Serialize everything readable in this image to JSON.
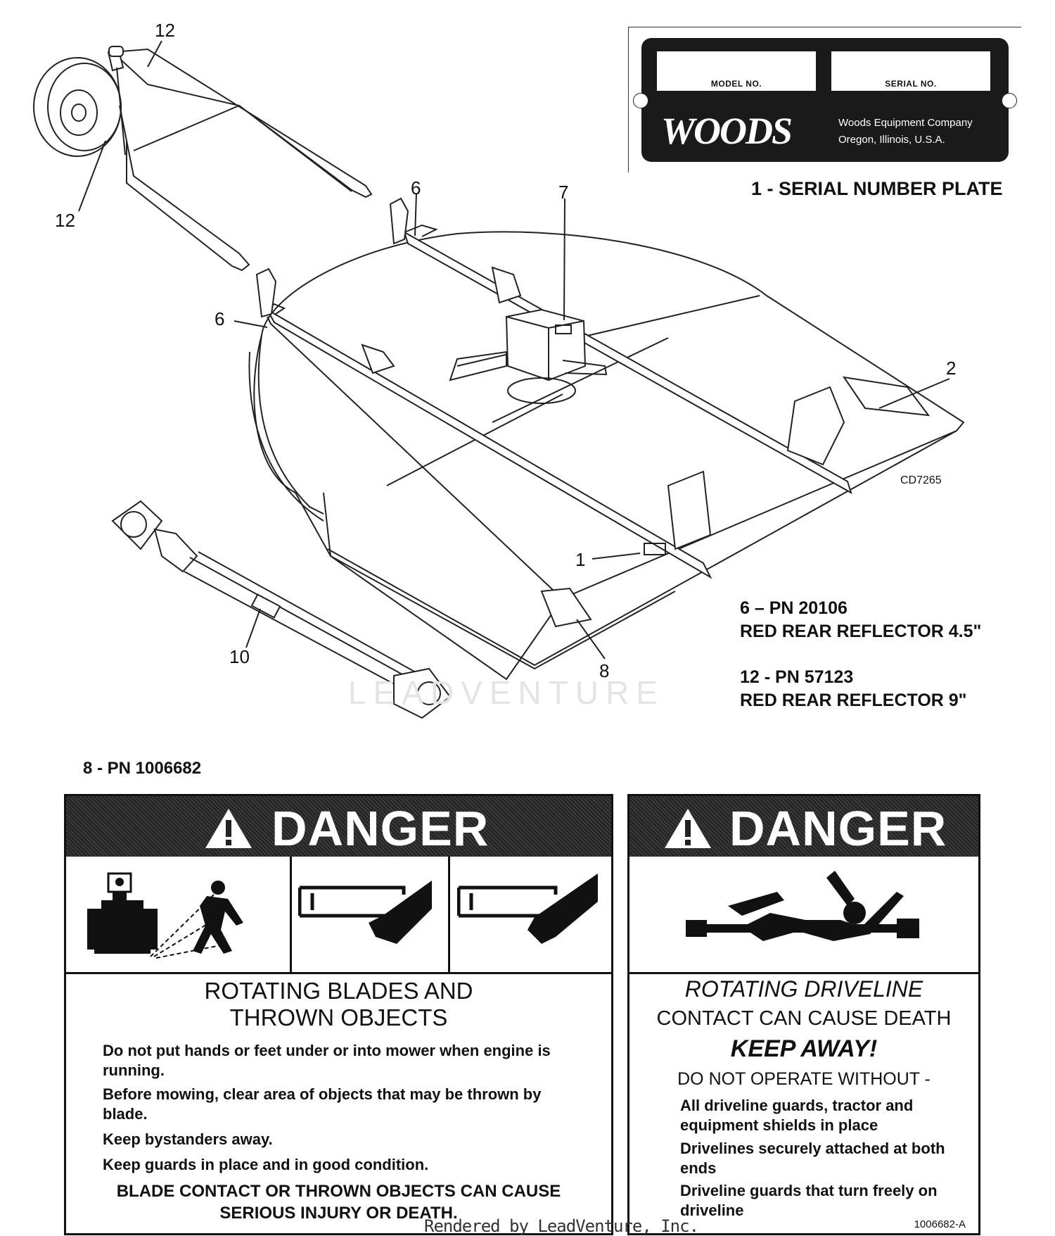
{
  "callouts": {
    "c12a": "12",
    "c12b": "12",
    "c6a": "6",
    "c6b": "6",
    "c7": "7",
    "c2": "2",
    "c1": "1",
    "c10": "10",
    "c8": "8",
    "drawing_id": "CD7265"
  },
  "serial_plate": {
    "model_label": "MODEL NO.",
    "serial_label": "SERIAL NO.",
    "logo": "WOODS",
    "company_line1": "Woods Equipment Company",
    "company_line2": "Oregon, Illinois, U.S.A.",
    "caption": "1 - SERIAL NUMBER PLATE"
  },
  "part_labels": {
    "p6_line1": "6 – PN 20106",
    "p6_line2": "RED REAR REFLECTOR 4.5\"",
    "p12_line1": "12 - PN 57123",
    "p12_line2": "RED REAR REFLECTOR 9\"",
    "p8": "8 - PN 1006682"
  },
  "danger_left": {
    "heading": "DANGER",
    "title_line1": "ROTATING BLADES AND",
    "title_line2": "THROWN OBJECTS",
    "messages": [
      "Do not put hands or feet under or into mower when engine is running.",
      "Before mowing, clear area of objects that may be thrown by blade.",
      "Keep bystanders away.",
      "Keep guards in place and in good condition."
    ],
    "footer_line1": "BLADE CONTACT OR THROWN OBJECTS CAN CAUSE",
    "footer_line2": "SERIOUS INJURY OR DEATH."
  },
  "danger_right": {
    "heading": "DANGER",
    "title_line1": "ROTATING DRIVELINE",
    "title_line2": "CONTACT CAN CAUSE DEATH",
    "title_line3": "KEEP AWAY!",
    "subhead": "DO NOT OPERATE WITHOUT -",
    "messages": [
      "All driveline guards, tractor and equipment shields in place",
      "Drivelines securely attached at both ends",
      "Driveline guards that turn freely on driveline"
    ],
    "part_code": "1006682-A"
  },
  "watermark": "LEADVENTURE",
  "render_credit": "Rendered by LeadVenture, Inc."
}
